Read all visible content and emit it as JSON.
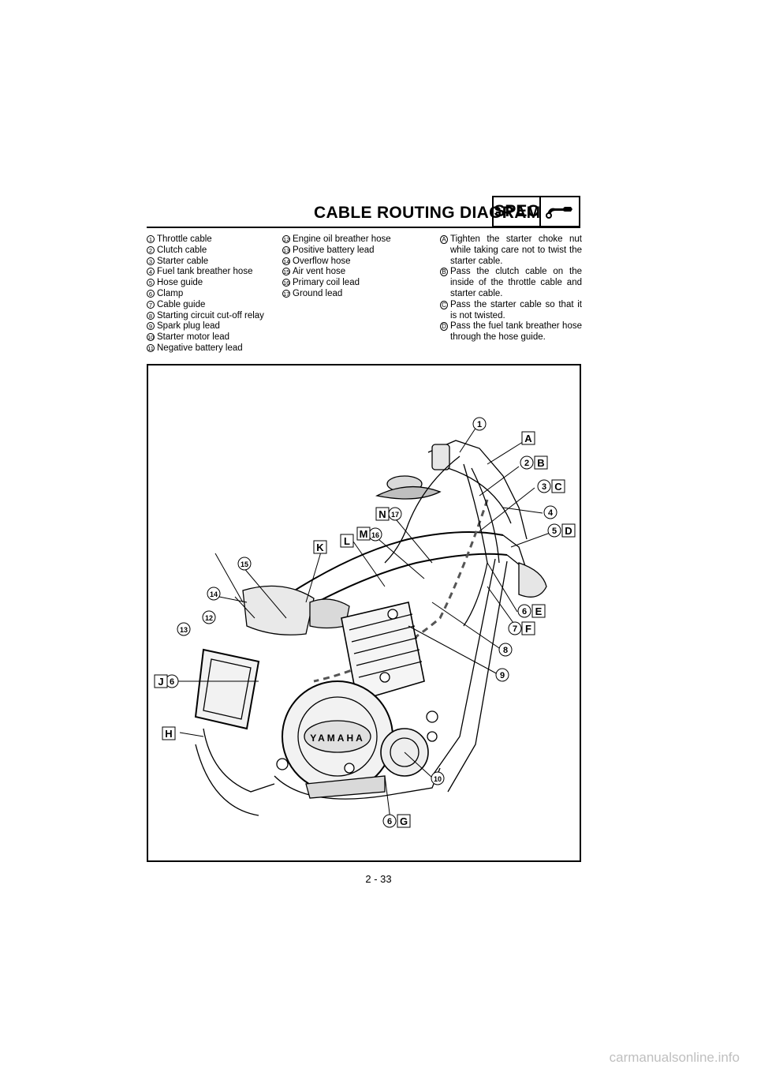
{
  "header": {
    "title": "CABLE ROUTING DIAGRAM",
    "section_tag": "SPEC"
  },
  "parts_col1": [
    {
      "num": "1",
      "label": "Throttle cable"
    },
    {
      "num": "2",
      "label": "Clutch cable"
    },
    {
      "num": "3",
      "label": "Starter cable"
    },
    {
      "num": "4",
      "label": "Fuel tank breather hose"
    },
    {
      "num": "5",
      "label": "Hose guide"
    },
    {
      "num": "6",
      "label": "Clamp"
    },
    {
      "num": "7",
      "label": "Cable guide"
    },
    {
      "num": "8",
      "label": "Starting circuit cut-off relay"
    },
    {
      "num": "9",
      "label": "Spark plug lead"
    },
    {
      "num": "10",
      "label": "Starter motor lead"
    },
    {
      "num": "11",
      "label": "Negative battery lead"
    }
  ],
  "parts_col2": [
    {
      "num": "12",
      "label": "Engine oil breather hose"
    },
    {
      "num": "13",
      "label": "Positive battery lead"
    },
    {
      "num": "14",
      "label": "Overflow hose"
    },
    {
      "num": "15",
      "label": "Air vent hose"
    },
    {
      "num": "16",
      "label": "Primary coil lead"
    },
    {
      "num": "17",
      "label": "Ground lead"
    }
  ],
  "notes": [
    {
      "letter": "A",
      "text": "Tighten the starter choke nut while taking care not to twist the starter cable."
    },
    {
      "letter": "B",
      "text": "Pass the clutch cable on the inside of the throttle cable and starter cable."
    },
    {
      "letter": "C",
      "text": "Pass the starter cable so that it is not twisted."
    },
    {
      "letter": "D",
      "text": "Pass the fuel tank breather hose through the hose guide."
    }
  ],
  "diagram": {
    "engine_brand": "YAMAHA",
    "callouts": {
      "c1": "1",
      "c2": "2",
      "c3": "3",
      "c4": "4",
      "c5": "5",
      "c6a": "6",
      "c7": "7",
      "c8": "8",
      "c9": "9",
      "c10": "10",
      "c12": "12",
      "c13": "13",
      "c14": "14",
      "c15": "15",
      "c16": "16",
      "c17": "17",
      "c6j": "6",
      "c6g": "6",
      "lA": "A",
      "lB": "B",
      "lC": "C",
      "lD": "D",
      "lE": "E",
      "lF": "F",
      "lG": "G",
      "lH": "H",
      "lJ": "J",
      "lK": "K",
      "lL": "L",
      "lM": "M",
      "lN": "N"
    }
  },
  "page_number": "2 - 33",
  "watermark": "carmanualsonline.info"
}
